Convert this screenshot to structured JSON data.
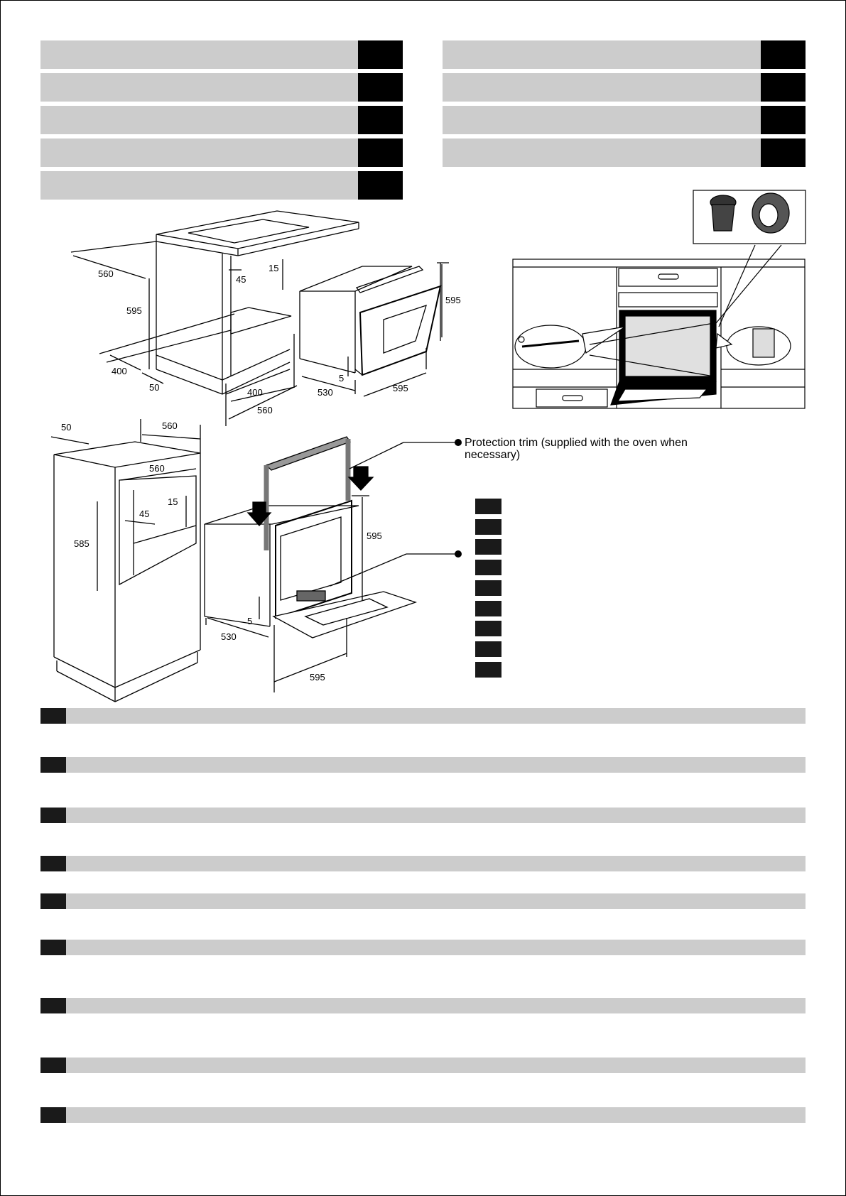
{
  "colors": {
    "bar_gray": "#cccccc",
    "code_black": "#000000",
    "code_dark": "#1a1a1a"
  },
  "language_bars_left_count": 5,
  "language_bars_right_count": 4,
  "section_bars_count": 9,
  "legend_keys_count": 9,
  "callouts": {
    "protection_trim": "Protection trim (supplied with the oven when necessary)"
  },
  "diagram_top": {
    "cabinet_width": "560",
    "cabinet_height": "595",
    "vent_depth": "400",
    "vent_gap": "50",
    "bottom_depth": "400",
    "bottom_width": "560",
    "gap_top": "15",
    "side_gap": "45",
    "oven_height": "595",
    "oven_depth": "530",
    "oven_width": "595",
    "oven_gap": "5"
  },
  "diagram_bottom": {
    "col_gap": "50",
    "col_width": "560",
    "niche_width": "560",
    "niche_gap_top": "15",
    "niche_side": "45",
    "niche_height": "585",
    "oven_height": "595",
    "oven_gap": "5",
    "oven_depth": "530",
    "oven_width": "595"
  }
}
